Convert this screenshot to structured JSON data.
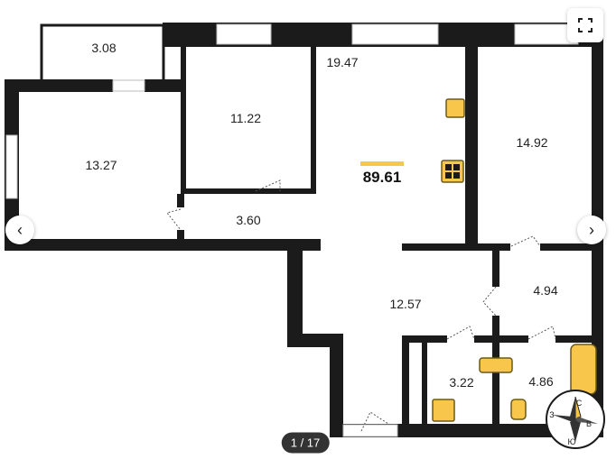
{
  "plan": {
    "total_area": "89.61",
    "rooms": [
      {
        "id": "balcony",
        "area": "3.08"
      },
      {
        "id": "room-left",
        "area": "13.27"
      },
      {
        "id": "room-bedroom",
        "area": "11.22"
      },
      {
        "id": "kitchen-living",
        "area": "19.47"
      },
      {
        "id": "room-right",
        "area": "14.92"
      },
      {
        "id": "corridor",
        "area": "3.60"
      },
      {
        "id": "hall",
        "area": "12.57"
      },
      {
        "id": "storage",
        "area": "4.94"
      },
      {
        "id": "bathroom",
        "area": "3.22"
      },
      {
        "id": "bathroom-2",
        "area": "4.86"
      }
    ],
    "compass": {
      "north": "С",
      "east": "В",
      "south": "Ю",
      "west": "З"
    }
  },
  "viewer": {
    "counter": "1 / 17",
    "accent": "#f7c64a"
  }
}
